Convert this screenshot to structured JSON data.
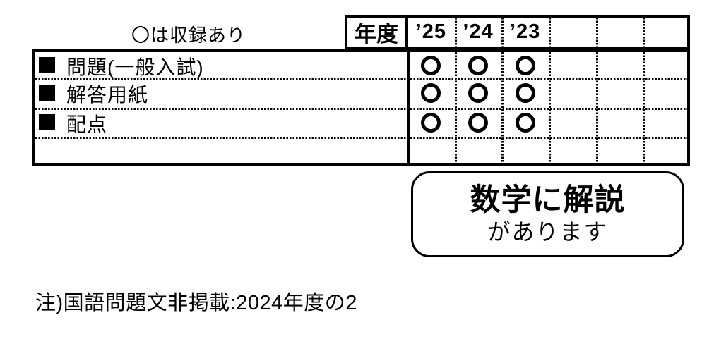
{
  "legend": {
    "text": "〇は収録あり"
  },
  "table": {
    "year_header_label": "年度",
    "year_columns": [
      "’25",
      "’24",
      "’23",
      "",
      "",
      ""
    ],
    "row_marker": "■",
    "circle_symbol": "○",
    "rows": [
      {
        "label": "問題(一般入試)",
        "values": [
          "○",
          "○",
          "○",
          "",
          "",
          ""
        ]
      },
      {
        "label": "解答用紙",
        "values": [
          "○",
          "○",
          "○",
          "",
          "",
          ""
        ]
      },
      {
        "label": "配点",
        "values": [
          "○",
          "○",
          "○",
          "",
          "",
          ""
        ]
      },
      {
        "label": "",
        "values": [
          "",
          "",
          "",
          "",
          "",
          ""
        ]
      }
    ]
  },
  "callout": {
    "line1": "数学に解説",
    "line2": "があります"
  },
  "footnote": {
    "text": "注)国語問題文非掲載:2024年度の2"
  }
}
